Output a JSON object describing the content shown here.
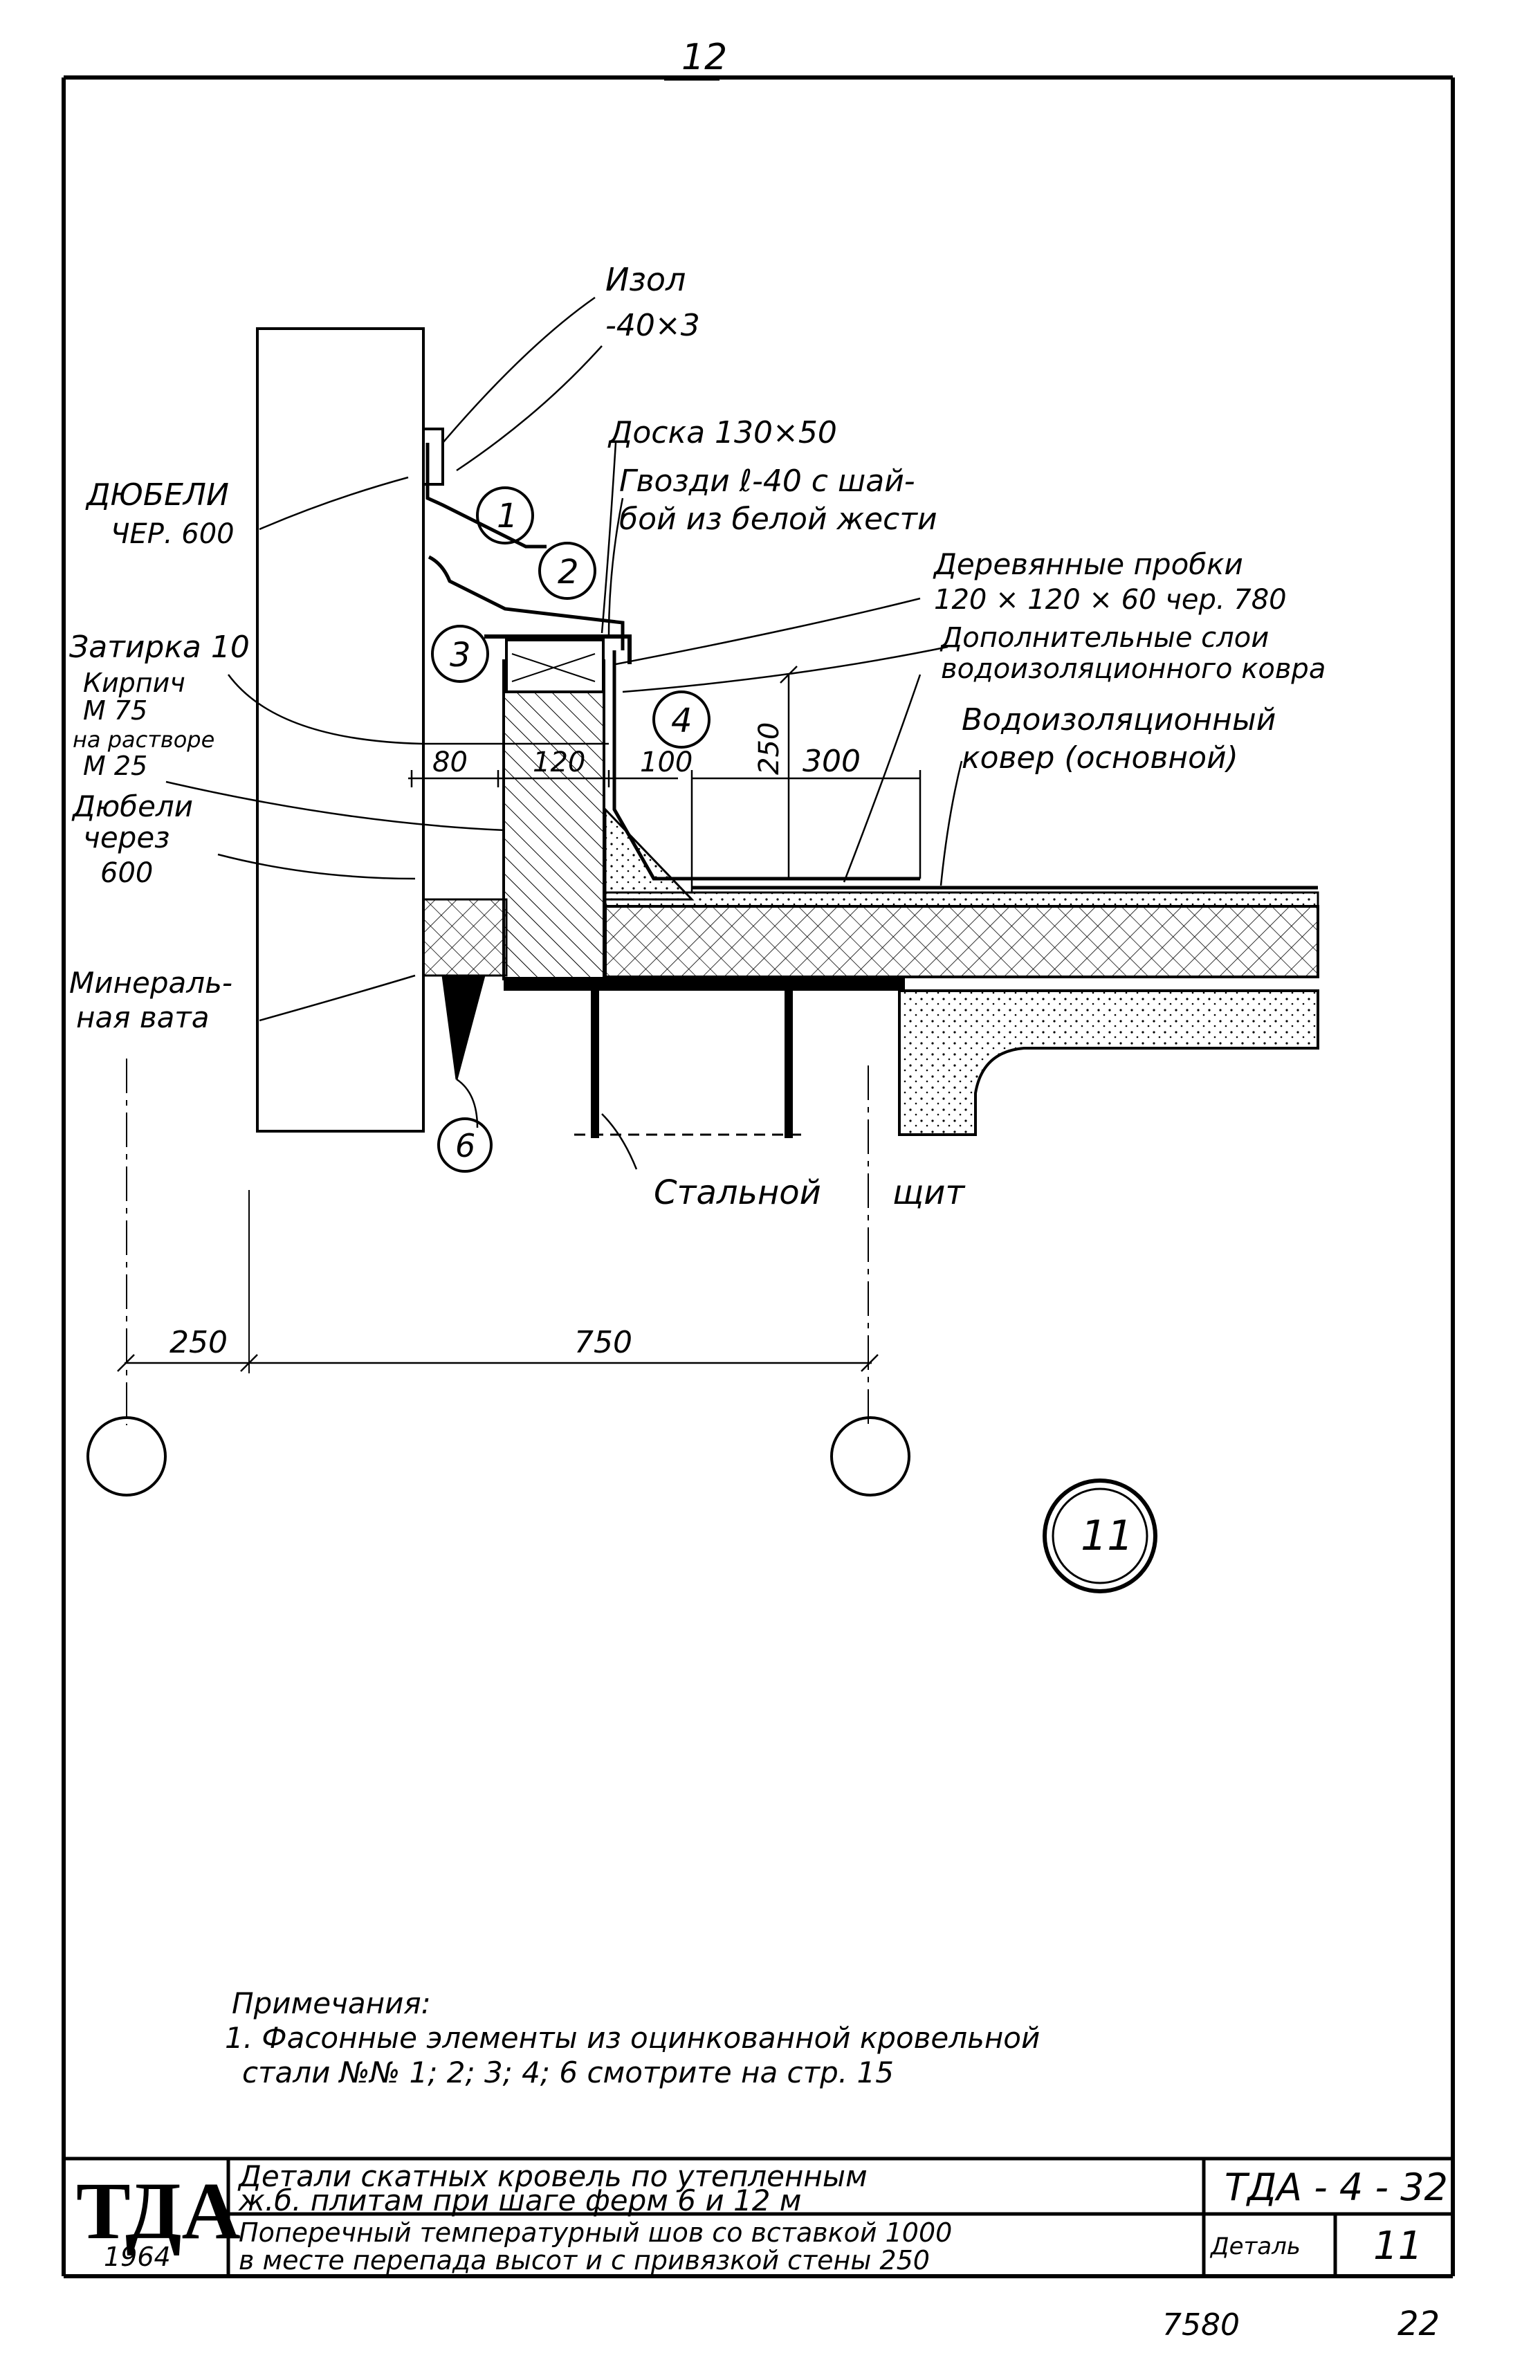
{
  "page_number": "12",
  "labels": {
    "izol": "Изол",
    "izol_size": "-40×3",
    "doska": "Доска 130×50",
    "gvozdi_1": "Гвозди ℓ-40 с шай-",
    "gvozdi_2": "бой из белой жести",
    "dubeli_1": "ДЮБЕЛИ",
    "dubeli_2": "ЧЕР. 600",
    "derev_1": "Деревянные пробки",
    "derev_2": "120 × 120 × 60 чер. 780",
    "dop_1": "Дополнительные слои",
    "dop_2": "водоизоляционного ковра",
    "zatirka": "Затирка 10",
    "kirpich_1": "Кирпич",
    "kirpich_2": "М 75",
    "kirpich_3": "на растворе",
    "kirpich_4": "М 25",
    "vodoiz_1": "Водоизоляционный",
    "vodoiz_2": "ковер (основной)",
    "dubeli2_1": "Дюбели",
    "dubeli2_2": "через",
    "dubeli2_3": "600",
    "mineral_1": "Минераль-",
    "mineral_2": "ная вата",
    "stalnoy": "Стальной",
    "shchit": "щит"
  },
  "dimensions": {
    "d80": "80",
    "d120": "120",
    "d100": "100",
    "d250v": "250",
    "d300": "300",
    "d250": "250",
    "d750": "750"
  },
  "markers": [
    "1",
    "2",
    "3",
    "4",
    "6"
  ],
  "detail_number": "11",
  "notes": {
    "heading": "Примечания:",
    "line1": "1. Фасонные элементы из оцинкованной кровельной",
    "line2": "стали №№ 1; 2; 3; 4; 6 смотрите на стр. 15"
  },
  "title_block": {
    "logo": "ТДА",
    "year": "1964",
    "title_1": "Детали скатных кровель по утепленным",
    "title_2": "ж.б. плитам при шаге ферм 6 и 12 м",
    "subtitle_1": "Поперечный температурный шов со вставкой 1000",
    "subtitle_2": "в месте перепада высот и с привязкой стены 250",
    "series_code": "ТДА - 4 - 32",
    "detail_label": "Деталь",
    "detail_value": "11"
  },
  "footer": {
    "code": "7580",
    "page": "22"
  }
}
